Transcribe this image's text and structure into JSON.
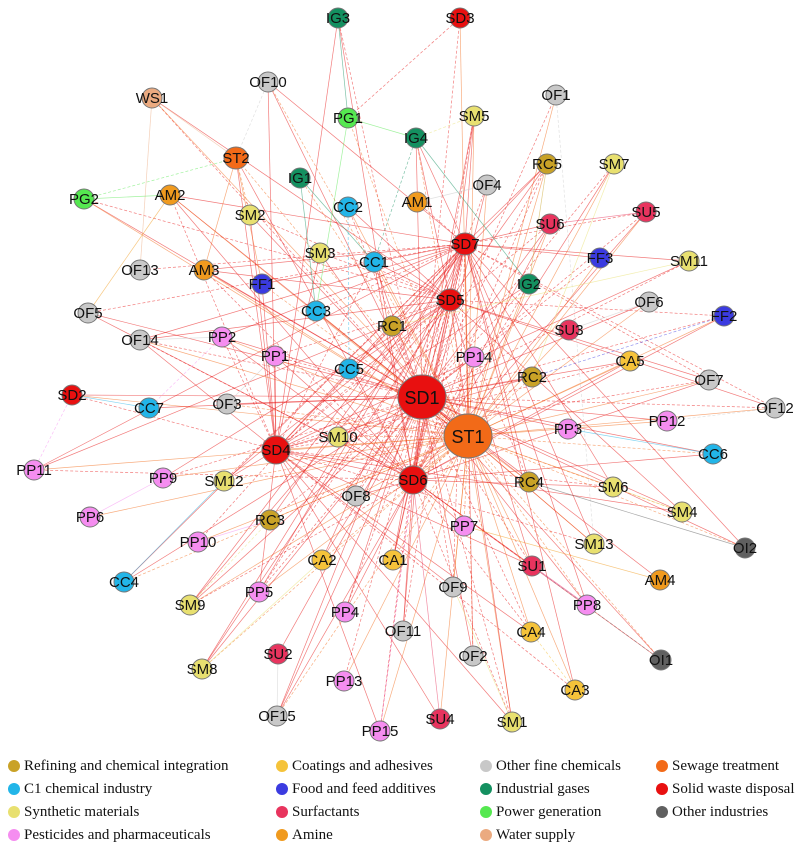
{
  "categories": {
    "refining": {
      "label": "Refining and chemical integration",
      "color": "#C9A227"
    },
    "c1": {
      "label": "C1 chemical industry",
      "color": "#22B5E8"
    },
    "synthetic": {
      "label": "Synthetic materials",
      "color": "#E8E070"
    },
    "pesticides": {
      "label": "Pesticides and pharmaceuticals",
      "color": "#F58DF0"
    },
    "coatings": {
      "label": "Coatings and adhesives",
      "color": "#F5C33A"
    },
    "food": {
      "label": "Food and feed additives",
      "color": "#3B3BE0"
    },
    "surfactants": {
      "label": "Surfactants",
      "color": "#E8345E"
    },
    "amine": {
      "label": "Amine",
      "color": "#F09A1E"
    },
    "other_fine": {
      "label": "Other fine chemicals",
      "color": "#C8C8C8"
    },
    "industrial_gases": {
      "label": "Industrial gases",
      "color": "#149060"
    },
    "power": {
      "label": "Power generation",
      "color": "#55E850"
    },
    "water": {
      "label": "Water supply",
      "color": "#EBAA80"
    },
    "sewage": {
      "label": "Sewage treatment",
      "color": "#F26A18"
    },
    "solid_waste": {
      "label": "Solid waste disposal",
      "color": "#E81010"
    },
    "other_ind": {
      "label": "Other industries",
      "color": "#606060"
    }
  },
  "legend_order": [
    "refining",
    "c1",
    "synthetic",
    "pesticides",
    "coatings",
    "food",
    "surfactants",
    "amine",
    "other_fine",
    "industrial_gases",
    "power",
    "water",
    "sewage",
    "solid_waste",
    "other_ind"
  ],
  "hubs": [
    "SD1",
    "ST1",
    "SD4",
    "SD6",
    "SD5",
    "SD7"
  ],
  "nodes": [
    {
      "id": "SD1",
      "label": "SD1",
      "cat": "solid_waste",
      "size": "xl"
    },
    {
      "id": "ST1",
      "label": "ST1",
      "cat": "sewage",
      "size": "xl"
    },
    {
      "id": "SD4",
      "label": "SD4",
      "cat": "solid_waste",
      "size": "lg"
    },
    {
      "id": "SD6",
      "label": "SD6",
      "cat": "solid_waste",
      "size": "lg"
    },
    {
      "id": "SD5",
      "label": "SD5",
      "cat": "solid_waste",
      "size": "md"
    },
    {
      "id": "SD7",
      "label": "SD7",
      "cat": "solid_waste",
      "size": "md"
    },
    {
      "id": "IG3",
      "label": "IG3",
      "cat": "industrial_gases"
    },
    {
      "id": "SD3",
      "label": "SD3",
      "cat": "solid_waste"
    },
    {
      "id": "OF10",
      "label": "OF10",
      "cat": "other_fine"
    },
    {
      "id": "WS1",
      "label": "WS1",
      "cat": "water"
    },
    {
      "id": "PG1",
      "label": "PG1",
      "cat": "power"
    },
    {
      "id": "SM5",
      "label": "SM5",
      "cat": "synthetic"
    },
    {
      "id": "OF1",
      "label": "OF1",
      "cat": "other_fine"
    },
    {
      "id": "IG4",
      "label": "IG4",
      "cat": "industrial_gases"
    },
    {
      "id": "ST2",
      "label": "ST2",
      "cat": "sewage",
      "size": "md"
    },
    {
      "id": "RC5",
      "label": "RC5",
      "cat": "refining"
    },
    {
      "id": "SM7",
      "label": "SM7",
      "cat": "synthetic"
    },
    {
      "id": "IG1",
      "label": "IG1",
      "cat": "industrial_gases"
    },
    {
      "id": "OF4",
      "label": "OF4",
      "cat": "other_fine"
    },
    {
      "id": "PG2",
      "label": "PG2",
      "cat": "power"
    },
    {
      "id": "AM2",
      "label": "AM2",
      "cat": "amine"
    },
    {
      "id": "CC2",
      "label": "CC2",
      "cat": "c1"
    },
    {
      "id": "AM1",
      "label": "AM1",
      "cat": "amine"
    },
    {
      "id": "SU6",
      "label": "SU6",
      "cat": "surfactants"
    },
    {
      "id": "SU5",
      "label": "SU5",
      "cat": "surfactants"
    },
    {
      "id": "SM2",
      "label": "SM2",
      "cat": "synthetic"
    },
    {
      "id": "SM3",
      "label": "SM3",
      "cat": "synthetic"
    },
    {
      "id": "CC1",
      "label": "CC1",
      "cat": "c1"
    },
    {
      "id": "FF3",
      "label": "FF3",
      "cat": "food"
    },
    {
      "id": "SM11",
      "label": "SM11",
      "cat": "synthetic"
    },
    {
      "id": "OF13",
      "label": "OF13",
      "cat": "other_fine"
    },
    {
      "id": "AM3",
      "label": "AM3",
      "cat": "amine"
    },
    {
      "id": "FF1",
      "label": "FF1",
      "cat": "food"
    },
    {
      "id": "IG2",
      "label": "IG2",
      "cat": "industrial_gases"
    },
    {
      "id": "OF5",
      "label": "OF5",
      "cat": "other_fine"
    },
    {
      "id": "CC3",
      "label": "CC3",
      "cat": "c1"
    },
    {
      "id": "OF6",
      "label": "OF6",
      "cat": "other_fine"
    },
    {
      "id": "FF2",
      "label": "FF2",
      "cat": "food"
    },
    {
      "id": "PP2",
      "label": "PP2",
      "cat": "pesticides"
    },
    {
      "id": "RC1",
      "label": "RC1",
      "cat": "refining"
    },
    {
      "id": "SU3",
      "label": "SU3",
      "cat": "surfactants"
    },
    {
      "id": "OF14",
      "label": "OF14",
      "cat": "other_fine"
    },
    {
      "id": "PP1",
      "label": "PP1",
      "cat": "pesticides"
    },
    {
      "id": "PP14",
      "label": "PP14",
      "cat": "pesticides"
    },
    {
      "id": "CA5",
      "label": "CA5",
      "cat": "coatings"
    },
    {
      "id": "CC5",
      "label": "CC5",
      "cat": "c1"
    },
    {
      "id": "RC2",
      "label": "RC2",
      "cat": "refining"
    },
    {
      "id": "OF7",
      "label": "OF7",
      "cat": "other_fine"
    },
    {
      "id": "SD2",
      "label": "SD2",
      "cat": "solid_waste"
    },
    {
      "id": "CC7",
      "label": "CC7",
      "cat": "c1"
    },
    {
      "id": "OF3",
      "label": "OF3",
      "cat": "other_fine"
    },
    {
      "id": "PP12",
      "label": "PP12",
      "cat": "pesticides"
    },
    {
      "id": "OF12",
      "label": "OF12",
      "cat": "other_fine"
    },
    {
      "id": "PP3",
      "label": "PP3",
      "cat": "pesticides"
    },
    {
      "id": "SM10",
      "label": "SM10",
      "cat": "synthetic"
    },
    {
      "id": "CC6",
      "label": "CC6",
      "cat": "c1"
    },
    {
      "id": "PP11",
      "label": "PP11",
      "cat": "pesticides"
    },
    {
      "id": "PP9",
      "label": "PP9",
      "cat": "pesticides"
    },
    {
      "id": "SM12",
      "label": "SM12",
      "cat": "synthetic"
    },
    {
      "id": "RC4",
      "label": "RC4",
      "cat": "refining"
    },
    {
      "id": "SM6",
      "label": "SM6",
      "cat": "synthetic"
    },
    {
      "id": "OF8",
      "label": "OF8",
      "cat": "other_fine"
    },
    {
      "id": "PP6",
      "label": "PP6",
      "cat": "pesticides"
    },
    {
      "id": "SM4",
      "label": "SM4",
      "cat": "synthetic"
    },
    {
      "id": "RC3",
      "label": "RC3",
      "cat": "refining"
    },
    {
      "id": "PP7",
      "label": "PP7",
      "cat": "pesticides"
    },
    {
      "id": "OI2",
      "label": "OI2",
      "cat": "other_ind"
    },
    {
      "id": "PP10",
      "label": "PP10",
      "cat": "pesticides"
    },
    {
      "id": "SM13",
      "label": "SM13",
      "cat": "synthetic"
    },
    {
      "id": "CA2",
      "label": "CA2",
      "cat": "coatings"
    },
    {
      "id": "CA1",
      "label": "CA1",
      "cat": "coatings"
    },
    {
      "id": "SU1",
      "label": "SU1",
      "cat": "surfactants"
    },
    {
      "id": "CC4",
      "label": "CC4",
      "cat": "c1"
    },
    {
      "id": "AM4",
      "label": "AM4",
      "cat": "amine"
    },
    {
      "id": "OF9",
      "label": "OF9",
      "cat": "other_fine"
    },
    {
      "id": "SM9",
      "label": "SM9",
      "cat": "synthetic"
    },
    {
      "id": "PP5",
      "label": "PP5",
      "cat": "pesticides"
    },
    {
      "id": "PP8",
      "label": "PP8",
      "cat": "pesticides"
    },
    {
      "id": "PP4",
      "label": "PP4",
      "cat": "pesticides"
    },
    {
      "id": "CA4",
      "label": "CA4",
      "cat": "coatings"
    },
    {
      "id": "OF11",
      "label": "OF11",
      "cat": "other_fine"
    },
    {
      "id": "SU2",
      "label": "SU2",
      "cat": "surfactants"
    },
    {
      "id": "OF2",
      "label": "OF2",
      "cat": "other_fine"
    },
    {
      "id": "OI1",
      "label": "OI1",
      "cat": "other_ind"
    },
    {
      "id": "SM8",
      "label": "SM8",
      "cat": "synthetic"
    },
    {
      "id": "PP13",
      "label": "PP13",
      "cat": "pesticides"
    },
    {
      "id": "CA3",
      "label": "CA3",
      "cat": "coatings"
    },
    {
      "id": "OF15",
      "label": "OF15",
      "cat": "other_fine"
    },
    {
      "id": "PP15",
      "label": "PP15",
      "cat": "pesticides"
    },
    {
      "id": "SU4",
      "label": "SU4",
      "cat": "surfactants"
    },
    {
      "id": "SM1",
      "label": "SM1",
      "cat": "synthetic"
    }
  ],
  "extra_edges": [
    [
      "IG3",
      "PG1"
    ],
    [
      "SD3",
      "PG1"
    ],
    [
      "WS1",
      "ST2"
    ],
    [
      "WS1",
      "OF13"
    ],
    [
      "OF10",
      "ST2"
    ],
    [
      "PG1",
      "IG4"
    ],
    [
      "PG1",
      "CC3"
    ],
    [
      "IG4",
      "CC1"
    ],
    [
      "IG4",
      "IG2"
    ],
    [
      "PG2",
      "AM2"
    ],
    [
      "PG2",
      "ST2"
    ],
    [
      "ST2",
      "AM3"
    ],
    [
      "ST2",
      "FF1"
    ],
    [
      "ST2",
      "SM2"
    ],
    [
      "IG1",
      "CC3"
    ],
    [
      "IG1",
      "CC1"
    ],
    [
      "CC2",
      "CC5"
    ],
    [
      "AM2",
      "OF5"
    ],
    [
      "OF14",
      "PP2"
    ],
    [
      "PP2",
      "CC7"
    ],
    [
      "CC7",
      "SD2"
    ],
    [
      "OF3",
      "PP1"
    ],
    [
      "PP11",
      "SD2"
    ],
    [
      "CC4",
      "SM12"
    ],
    [
      "PP6",
      "PP9"
    ],
    [
      "OF1",
      "SM13"
    ],
    [
      "SM7",
      "RC2"
    ],
    [
      "SM11",
      "RC1"
    ],
    [
      "FF2",
      "RC2"
    ],
    [
      "OF6",
      "SU3"
    ],
    [
      "CC6",
      "PP3"
    ],
    [
      "OF12",
      "PP12"
    ],
    [
      "SM4",
      "SM6"
    ],
    [
      "OI2",
      "RC4"
    ],
    [
      "OI1",
      "SU1"
    ],
    [
      "AM4",
      "PP7"
    ],
    [
      "PP8",
      "SU1"
    ],
    [
      "CA3",
      "CA4"
    ],
    [
      "SM1",
      "OF9"
    ],
    [
      "SU4",
      "SD6"
    ],
    [
      "PP15",
      "SD6"
    ],
    [
      "OF15",
      "SU2"
    ],
    [
      "SM8",
      "CA2"
    ],
    [
      "SM9",
      "RC3"
    ],
    [
      "PP10",
      "RC3"
    ],
    [
      "SU5",
      "SU6"
    ],
    [
      "SM5",
      "IG4"
    ],
    [
      "OF4",
      "AM1"
    ],
    [
      "RC5",
      "IG2"
    ]
  ],
  "legend": {
    "refining": "Refining and chemical integration",
    "c1": "C1 chemical industry",
    "synthetic": "Synthetic materials",
    "pesticides": "Pesticides and pharmaceuticals",
    "coatings": "Coatings and adhesives",
    "food": "Food and feed additives",
    "surfactants": "Surfactants",
    "amine": "Amine",
    "other_fine": "Other fine chemicals",
    "industrial_gases": "Industrial gases",
    "power": "Power generation",
    "water": "Water supply",
    "sewage": "Sewage treatment",
    "solid_waste": "Solid waste disposal",
    "other_ind": "Other industries"
  }
}
